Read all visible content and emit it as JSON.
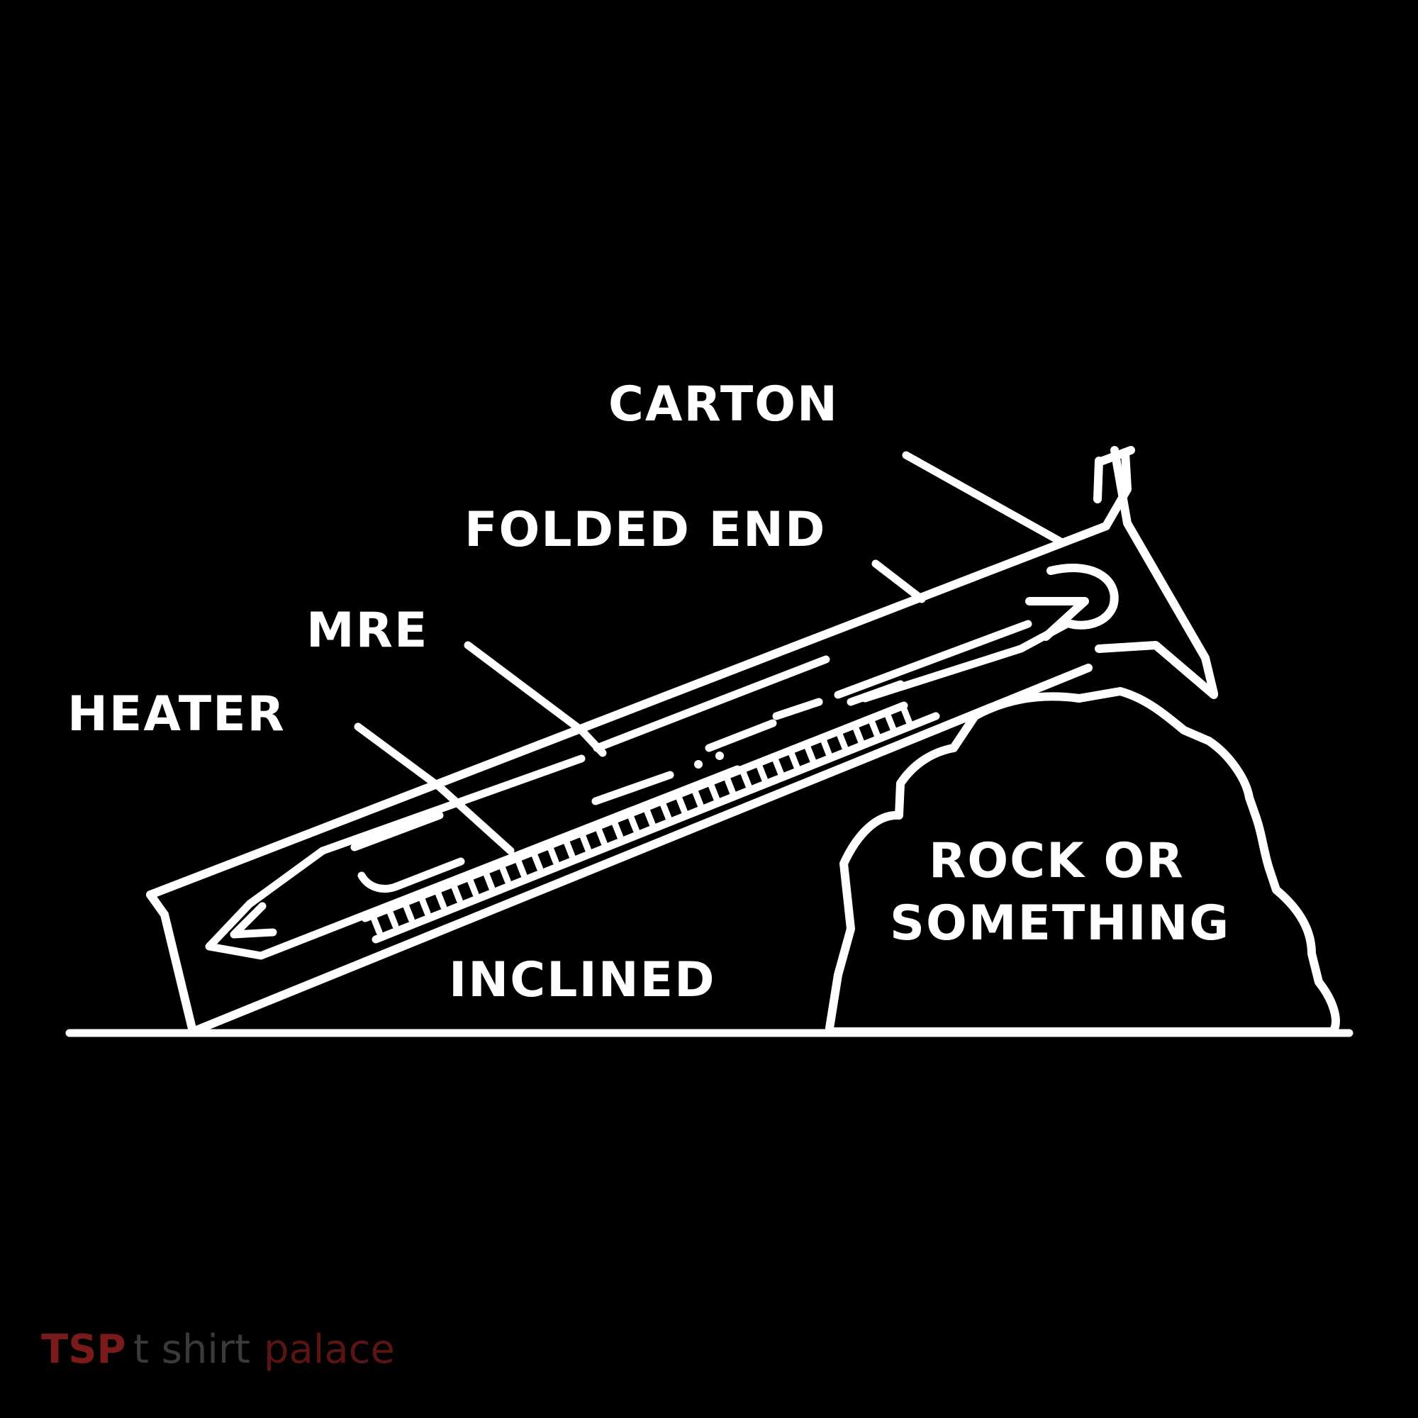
{
  "labels": {
    "carton": "CARTON",
    "folded_end": "FOLDED END",
    "mre": "MRE",
    "heater": "HEATER",
    "inclined": "INCLINED",
    "rock_line1": "ROCK OR",
    "rock_line2": "SOMETHING"
  },
  "watermark": {
    "mark": "TSP",
    "word1": "t shirt",
    "word2": "palace"
  },
  "colors": {
    "background": "#000000",
    "line": "#ffffff",
    "watermark_mark": "#7a1a1a",
    "watermark_word1": "#3a3a3a",
    "watermark_word2": "#5a1414"
  }
}
